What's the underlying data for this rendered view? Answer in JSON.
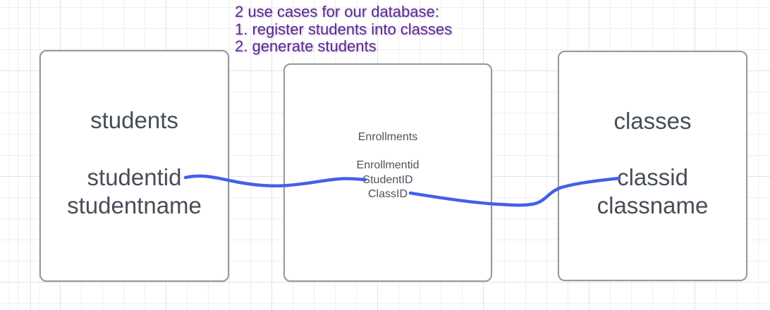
{
  "annotation": {
    "lines": [
      "2 use cases for our database:",
      "1. register students into classes",
      "2. generate students"
    ],
    "color": "#5b2a91"
  },
  "entities": [
    {
      "title": "students",
      "fields": [
        "studentid",
        "studentname"
      ]
    },
    {
      "title": "Enrollments",
      "fields": [
        "Enrollmentid",
        "StudentID",
        "ClassID"
      ]
    },
    {
      "title": "classes",
      "fields": [
        "classid",
        "classname"
      ]
    }
  ],
  "connectors": [
    {
      "name": "studentid-to-StudentID",
      "from": "students.studentid",
      "to": "Enrollments.StudentID",
      "color": "#4360ea"
    },
    {
      "name": "ClassID-to-classid",
      "from": "Enrollments.ClassID",
      "to": "classes.classid",
      "color": "#4360ea"
    }
  ],
  "colors": {
    "annotation_purple": "#5b2a91",
    "connector_blue": "#4360ea",
    "entity_border_gray": "#97999e",
    "entity_text_gray": "#474e57",
    "grid_minor": "#efeff1",
    "grid_major": "#e2e2e5",
    "canvas_background": "#ffffff"
  }
}
